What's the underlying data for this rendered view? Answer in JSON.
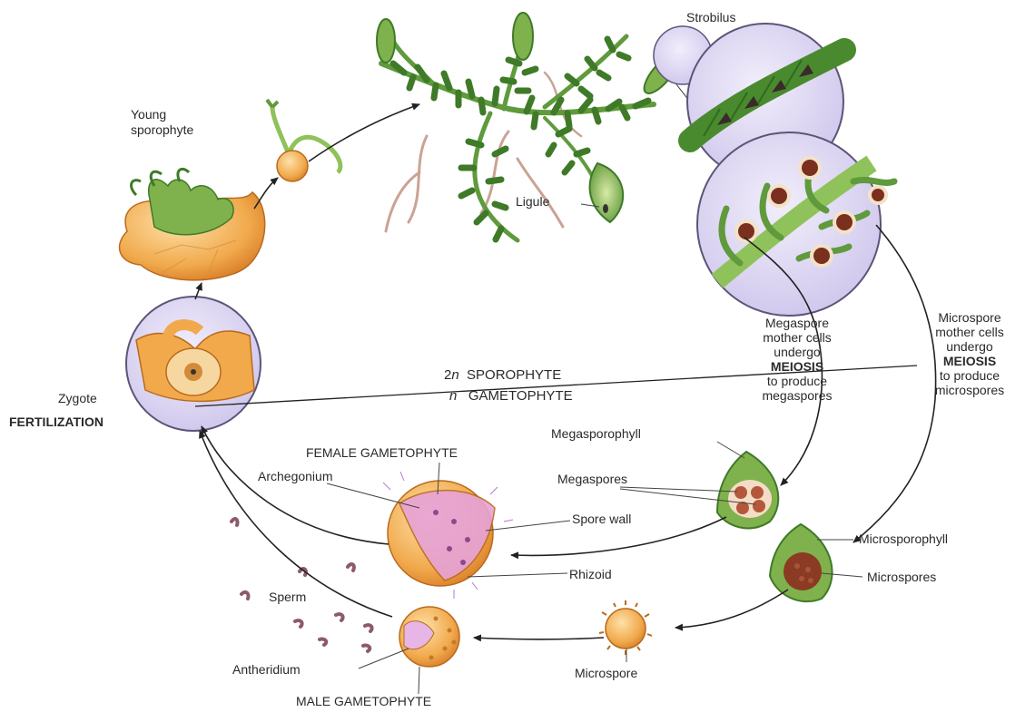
{
  "labels": {
    "strobilus": "Strobilus",
    "young_sporophyte_1": "Young",
    "young_sporophyte_2": "sporophyte",
    "ligule": "Ligule",
    "zygote": "Zygote",
    "fertilization": "FERTILIZATION",
    "sporophyte_ploidy": "2",
    "sporophyte_n": "n",
    "sporophyte": "SPOROPHYTE",
    "gametophyte_ploidy": "n",
    "gametophyte": "GAMETOPHYTE",
    "mega_1": "Megaspore",
    "mega_2": "mother cells",
    "mega_3": "undergo",
    "mega_meiosis": "MEIOSIS",
    "mega_4": "to produce",
    "mega_5": "megaspores",
    "micro_1": "Microspore",
    "micro_2": "mother cells",
    "micro_3": "undergo",
    "micro_meiosis": "MEIOSIS",
    "micro_4": "to produce",
    "micro_5": "microspores",
    "female_gametophyte": "FEMALE GAMETOPHYTE",
    "archegonium": "Archegonium",
    "spore_wall": "Spore wall",
    "rhizoid": "Rhizoid",
    "megasporophyll": "Megasporophyll",
    "megaspores": "Megaspores",
    "microsporophyll": "Microsporophyll",
    "microspores": "Microspores",
    "microspore": "Microspore",
    "sperm": "Sperm",
    "antheridium": "Antheridium",
    "male_gametophyte": "MALE GAMETOPHYTE"
  },
  "colors": {
    "plant_green": "#5f9a3c",
    "leaf_light": "#8fc25a",
    "spore_orange": "#f1a94c",
    "zoom_circle": "#dcd6f2",
    "spore_dark": "#7a2f1f",
    "archegonium_pink": "#e7a2d7",
    "line": "#222222"
  }
}
